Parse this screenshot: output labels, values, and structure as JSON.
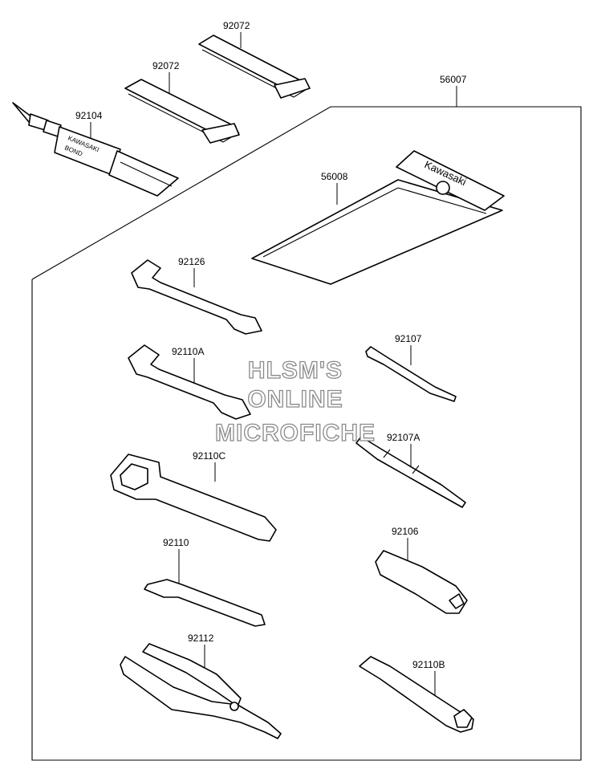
{
  "watermark": {
    "line1": "HLSM'S",
    "line2": "ONLINE",
    "line3": "MICROFICHE"
  },
  "parts": {
    "p92072a": "92072",
    "p92072b": "92072",
    "p92104": "92104",
    "p56007": "56007",
    "p56008": "56008",
    "p92126": "92126",
    "p92110A": "92110A",
    "p92107": "92107",
    "p92107A": "92107A",
    "p92110C": "92110C",
    "p92106": "92106",
    "p92110": "92110",
    "p92112": "92112",
    "p92110B": "92110B"
  },
  "labels": {
    "pouch_brand": "Kawasaki",
    "tube_text_1": "KAWASAKI",
    "tube_text_2": "BOND"
  }
}
